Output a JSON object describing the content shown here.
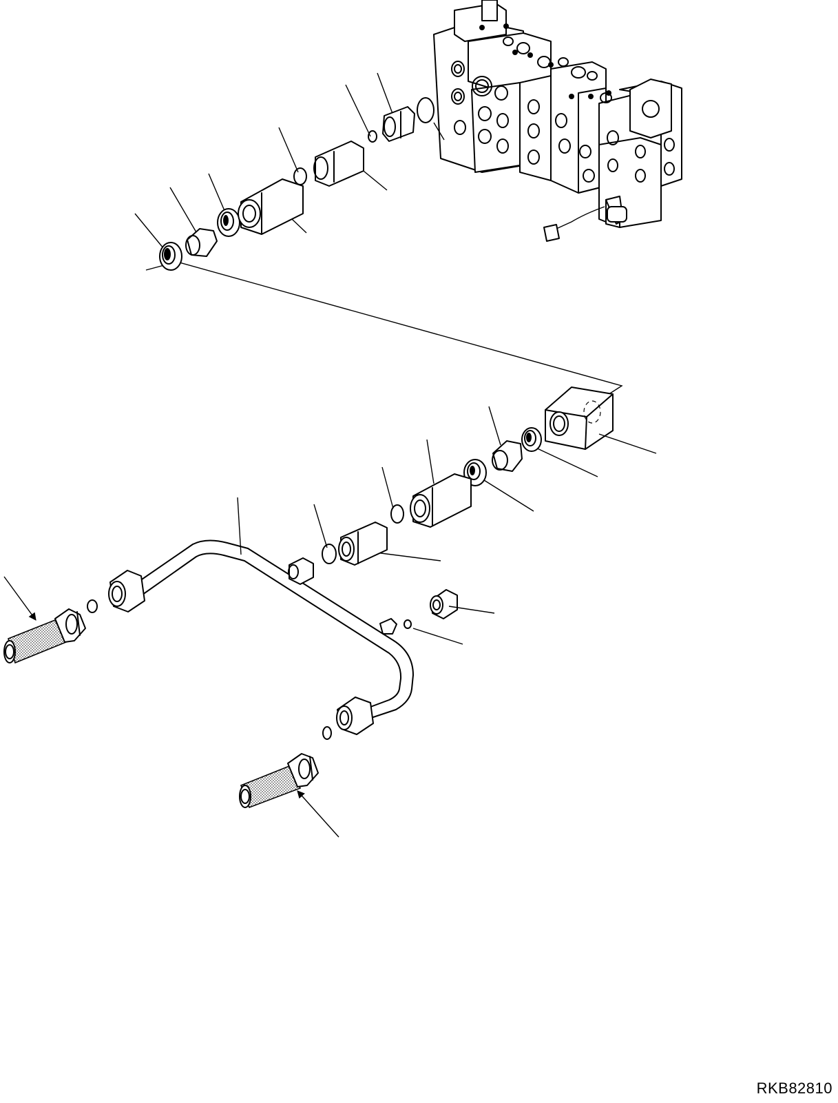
{
  "figure": {
    "reference_code": "RKB82810"
  },
  "components": {
    "control_valve": "control-valve-assembly",
    "block": "adapter-block",
    "tube": "tube-assembly",
    "hoses": [
      "hose-left",
      "hose-right"
    ],
    "arrows": [
      "arrow-left",
      "arrow-right"
    ]
  }
}
